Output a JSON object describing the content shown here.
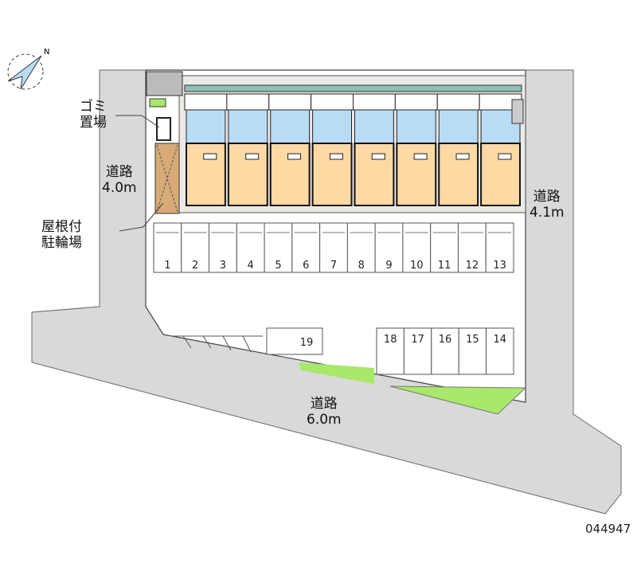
{
  "labels": {
    "garbage": [
      "ゴミ",
      "置場"
    ],
    "road_left": [
      "道路",
      "4.0m"
    ],
    "road_right": [
      "道路",
      "4.1m"
    ],
    "road_bottom": [
      "道路",
      "6.0m"
    ],
    "bicycle": [
      "屋根付",
      "駐輪場"
    ],
    "compass": "N"
  },
  "parking_top": [
    "1",
    "2",
    "3",
    "4",
    "5",
    "6",
    "7",
    "8",
    "9",
    "10",
    "11",
    "12",
    "13"
  ],
  "parking_bottom": [
    "18",
    "17",
    "16",
    "15",
    "14"
  ],
  "parking_single": "19",
  "building_units": 8,
  "property_code": "044947",
  "colors": {
    "road": "#d9d9d9",
    "room": "#fdd9a3",
    "wet": "#b9dcf5",
    "green": "#a8e86a",
    "bike": "#d8aa78",
    "roof": "#8fbfb5"
  }
}
